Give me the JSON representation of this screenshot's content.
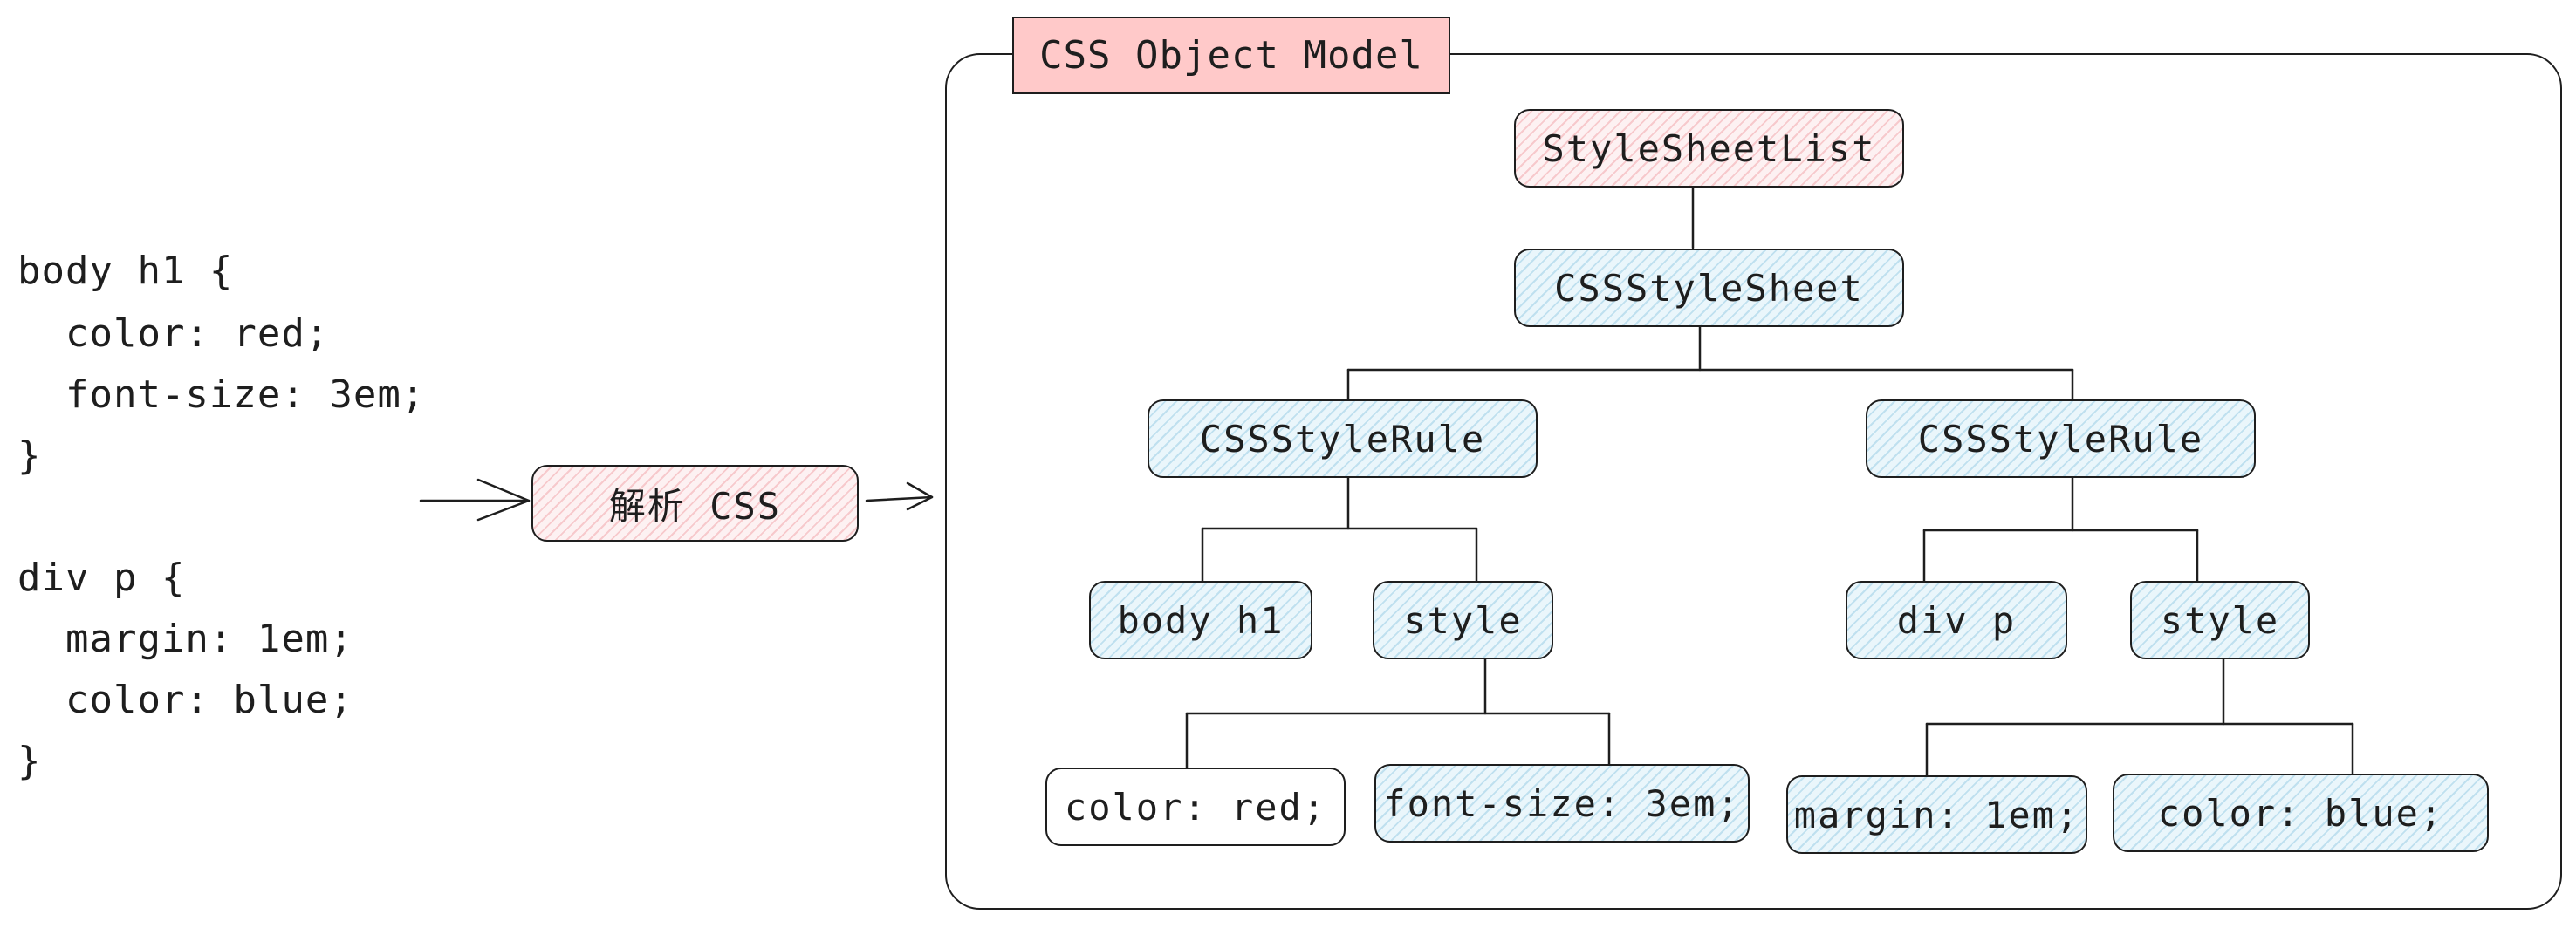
{
  "code": {
    "lines": [
      "body h1 {",
      "  color: red;",
      "  font-size: 3em;",
      "}",
      "",
      "div p {",
      "  margin: 1em;",
      "  color: blue;",
      "}"
    ]
  },
  "parse_step": {
    "label": "解析 CSS"
  },
  "cssom": {
    "title": "CSS Object Model",
    "root": "StyleSheetList",
    "sheet": "CSSStyleSheet",
    "rules": [
      {
        "label": "CSSStyleRule",
        "selector": "body h1",
        "style": "style",
        "declarations": [
          "color: red;",
          "font-size: 3em;"
        ]
      },
      {
        "label": "CSSStyleRule",
        "selector": "div p",
        "style": "style",
        "declarations": [
          "margin: 1em;",
          "color: blue;"
        ]
      }
    ]
  },
  "colors": {
    "pink_accent": "#ffc9c9",
    "blue_fill": "#a5d8ff",
    "stroke": "#1e1e1e"
  }
}
